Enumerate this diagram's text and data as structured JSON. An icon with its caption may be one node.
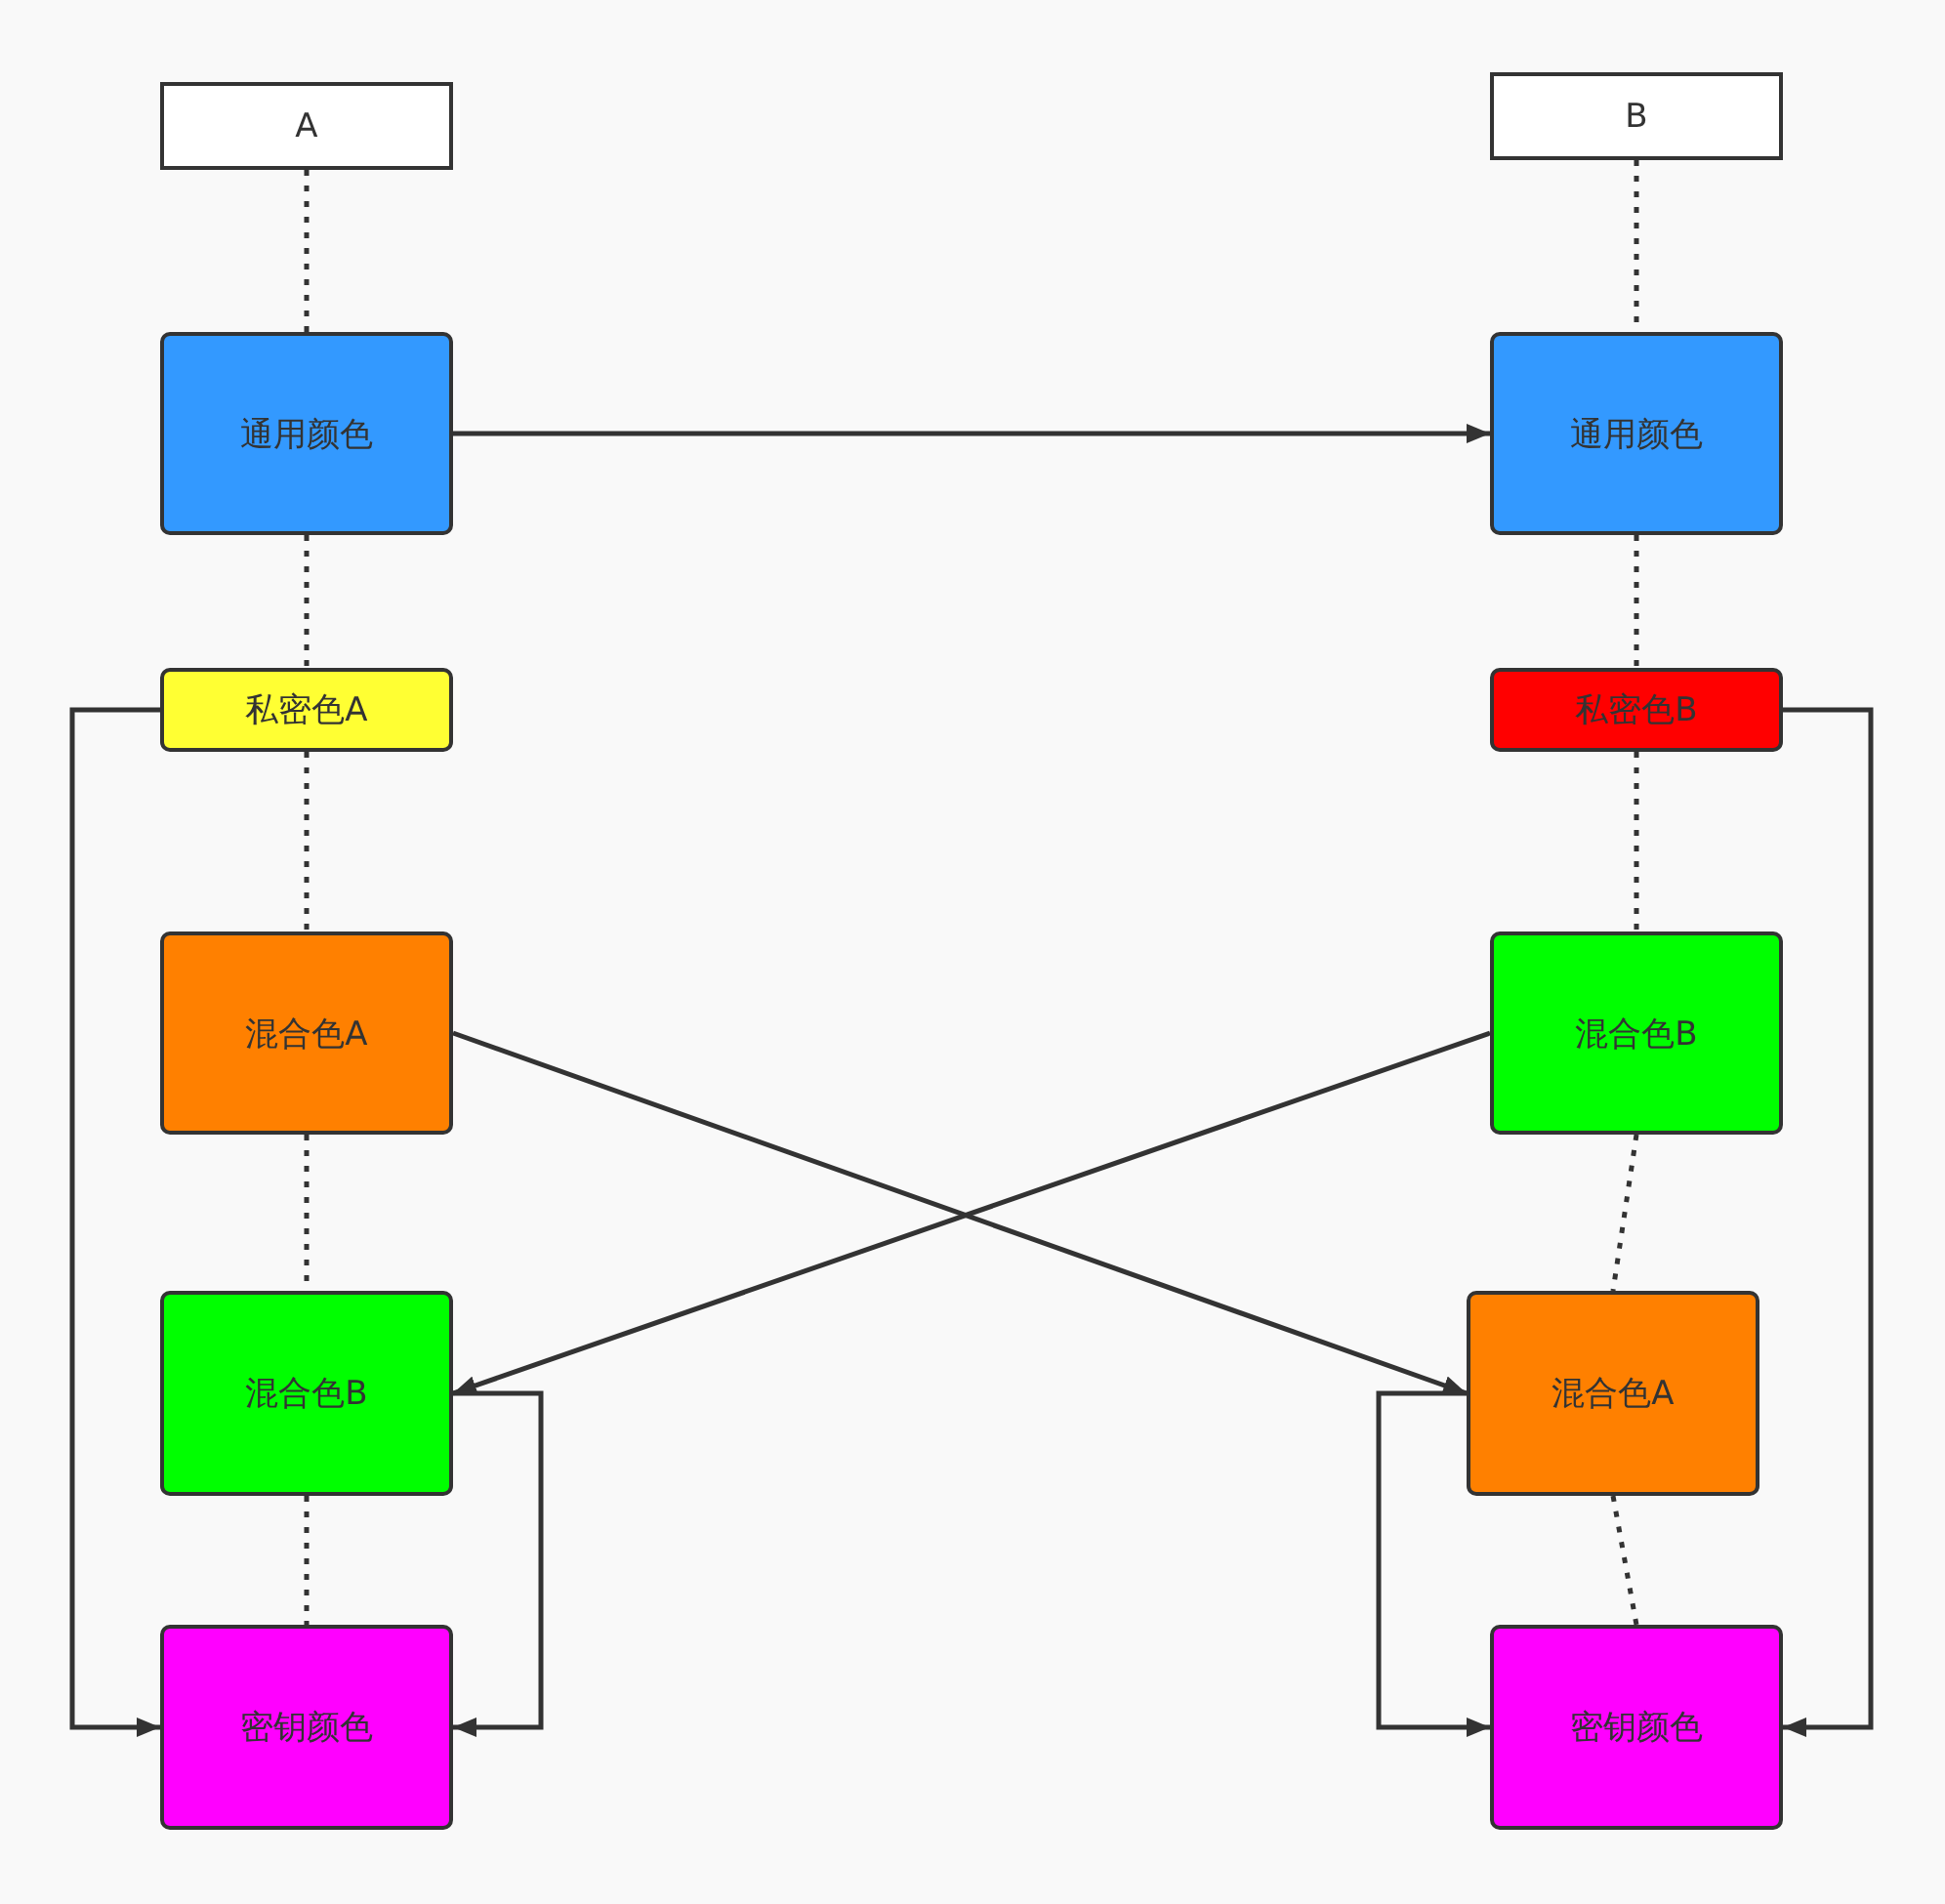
{
  "diagram": {
    "nodes": [
      {
        "text": [
          "A"
        ]
      },
      {
        "text": [
          "B"
        ]
      },
      {
        "text": [
          "通用颜色"
        ]
      },
      {
        "text": [
          "通用颜色"
        ]
      },
      {
        "text": [
          "私密色A"
        ]
      },
      {
        "text": [
          "私密色B"
        ]
      },
      {
        "text": [
          "混合色A"
        ]
      },
      {
        "text": [
          "混合色B"
        ]
      },
      {
        "text": [
          "混合色B"
        ]
      },
      {
        "text": [
          "混合色A"
        ]
      },
      {
        "text": [
          "密钥颜色"
        ]
      },
      {
        "text": [
          "密钥颜色"
        ]
      }
    ],
    "edges": [
      {
        "from": 0,
        "to": 2,
        "arrow": "none",
        "style": "dashed"
      },
      {
        "from": 2,
        "to": 4,
        "arrow": "none",
        "style": "dashed"
      },
      {
        "from": 4,
        "to": 6,
        "arrow": "none",
        "style": "dashed"
      },
      {
        "from": 6,
        "to": 8,
        "arrow": "none",
        "style": "dashed"
      },
      {
        "from": 8,
        "to": 10,
        "arrow": "none",
        "style": "dashed"
      },
      {
        "from": 1,
        "to": 3,
        "arrow": "none",
        "style": "dashed"
      },
      {
        "from": 3,
        "to": 5,
        "arrow": "none",
        "style": "dashed"
      },
      {
        "from": 5,
        "to": 7,
        "arrow": "none",
        "style": "dashed"
      },
      {
        "from": 7,
        "to": 9,
        "arrow": "none",
        "style": "dashed"
      },
      {
        "from": 9,
        "to": 11,
        "arrow": "none",
        "style": "dashed"
      },
      {
        "from": 2,
        "to": 3,
        "arrow": "to"
      },
      {
        "from": 4,
        "to": 10,
        "arrow": "to"
      },
      {
        "from": 5,
        "to": 11,
        "arrow": "to"
      },
      {
        "from": 6,
        "to": 9,
        "arrow": "to"
      },
      {
        "from": 7,
        "to": 8,
        "arrow": "to"
      },
      {
        "from": 8,
        "to": 10,
        "arrow": "to"
      },
      {
        "from": 9,
        "to": 11,
        "arrow": "to"
      }
    ]
  }
}
